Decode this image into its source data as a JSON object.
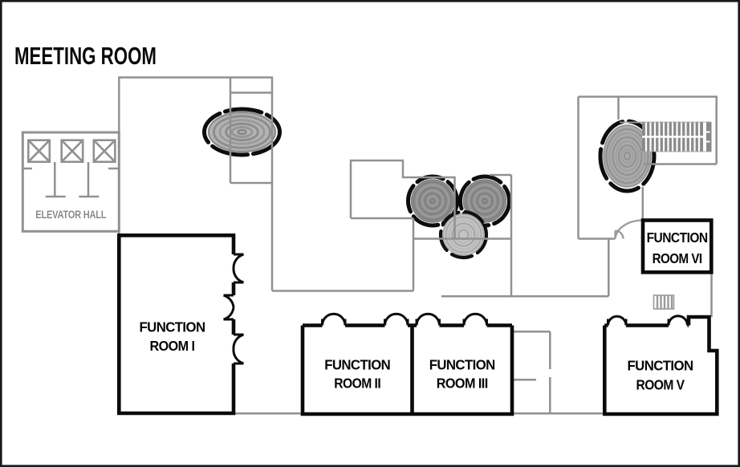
{
  "title": "MEETING ROOM",
  "elevator_hall": {
    "label": "ELEVATOR HALL",
    "elevator_count": 3
  },
  "rooms": [
    {
      "name": "Function Room I",
      "line1": "FUNCTION",
      "line2": "ROOM I"
    },
    {
      "name": "Function Room II",
      "line1": "FUNCTION",
      "line2": "ROOM II"
    },
    {
      "name": "Function Room III",
      "line1": "FUNCTION",
      "line2": "ROOM III"
    },
    {
      "name": "Function Room V",
      "line1": "FUNCTION",
      "line2": "ROOM V"
    },
    {
      "name": "Function Room VI",
      "line1": "FUNCTION",
      "line2": "ROOM VI"
    }
  ],
  "icons": [
    {
      "name": "elevator-x-icon",
      "count": 3
    },
    {
      "name": "stairs-hatch-icon",
      "count": 2
    },
    {
      "name": "round-carpet-icon",
      "count": 4
    },
    {
      "name": "door-swing-arc-icon",
      "count": 12
    }
  ],
  "colors": {
    "background": "#ffffff",
    "wall_black": "#0b0b0b",
    "wall_gray": "#919191",
    "label_gray": "#8a8a8a",
    "carpet_dark": "#8f8f8f",
    "carpet_light": "#c4c4c4",
    "carpet_oval": "#b4b4b4",
    "stairs_gray": "#8a8a8a"
  }
}
